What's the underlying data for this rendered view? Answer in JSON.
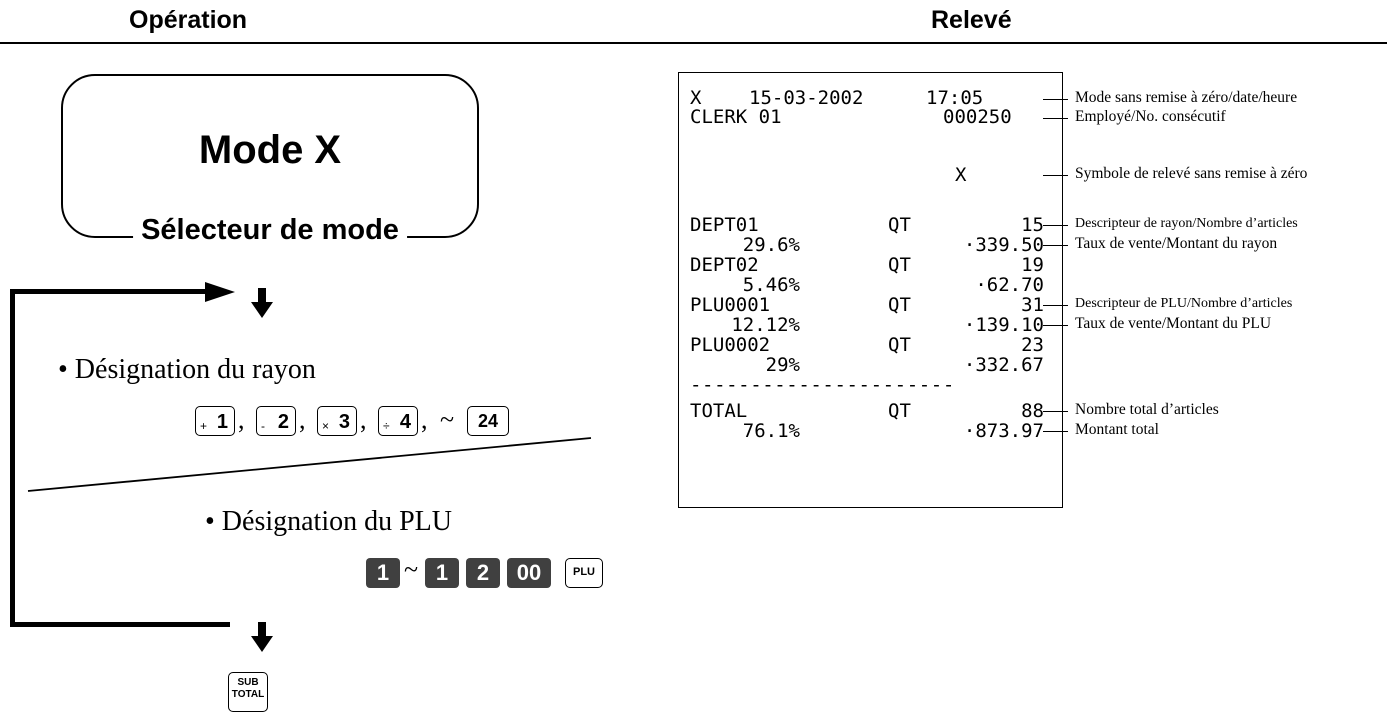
{
  "header": {
    "left": "Opération",
    "right": "Relevé"
  },
  "mode_box": {
    "title": "Mode X",
    "selector": "Sélecteur de mode"
  },
  "steps": {
    "dept_label": "• Désignation du rayon",
    "dept_keys": [
      {
        "symbol": "+",
        "number": "1"
      },
      {
        "symbol": "-",
        "number": "2"
      },
      {
        "symbol": "×",
        "number": "3"
      },
      {
        "symbol": "÷",
        "number": "4"
      }
    ],
    "comma": ",",
    "tilde": "~",
    "dept_last_key": "24",
    "plu_label": "• Désignation du PLU",
    "plu_keys": [
      "1",
      "1",
      "2",
      "00"
    ],
    "plu_key": "PLU",
    "subtotal_key": {
      "line1": "SUB",
      "line2": "TOTAL"
    }
  },
  "receipt": {
    "line1": {
      "mode": "X",
      "date": "15-03-2002",
      "time": "17:05"
    },
    "line2": {
      "clerk": "CLERK 01",
      "consecutive": "000250"
    },
    "x_symbol": "X",
    "rows": [
      {
        "name": "DEPT01",
        "qt": "QT",
        "count": "15",
        "rate": "29.6%",
        "amount": "·339.50"
      },
      {
        "name": "DEPT02",
        "qt": "QT",
        "count": "19",
        "rate": "5.46%",
        "amount": "·62.70"
      },
      {
        "name": "PLU0001",
        "qt": "QT",
        "count": "31",
        "rate": "12.12%",
        "amount": "·139.10"
      },
      {
        "name": "PLU0002",
        "qt": "QT",
        "count": "23",
        "rate": "29%",
        "amount": "·332.67"
      }
    ],
    "divider": "----------------------",
    "total": {
      "name": "TOTAL",
      "qt": "QT",
      "count": "88",
      "rate": "76.1%",
      "amount": "·873.97"
    }
  },
  "annotations": {
    "mode_date_time": "Mode sans remise à zéro/date/heure",
    "clerk_consecutive": "Employé/No. consécutif",
    "x_symbol": "Symbole de relevé sans remise à zéro",
    "dept_descriptor": "Descripteur de rayon/Nombre d’articles",
    "dept_rate": "Taux de vente/Montant du rayon",
    "plu_descriptor": "Descripteur de PLU/Nombre d’articles",
    "plu_rate": "Taux de vente/Montant du PLU",
    "total_count": "Nombre total d’articles",
    "total_amount": "Montant total"
  }
}
